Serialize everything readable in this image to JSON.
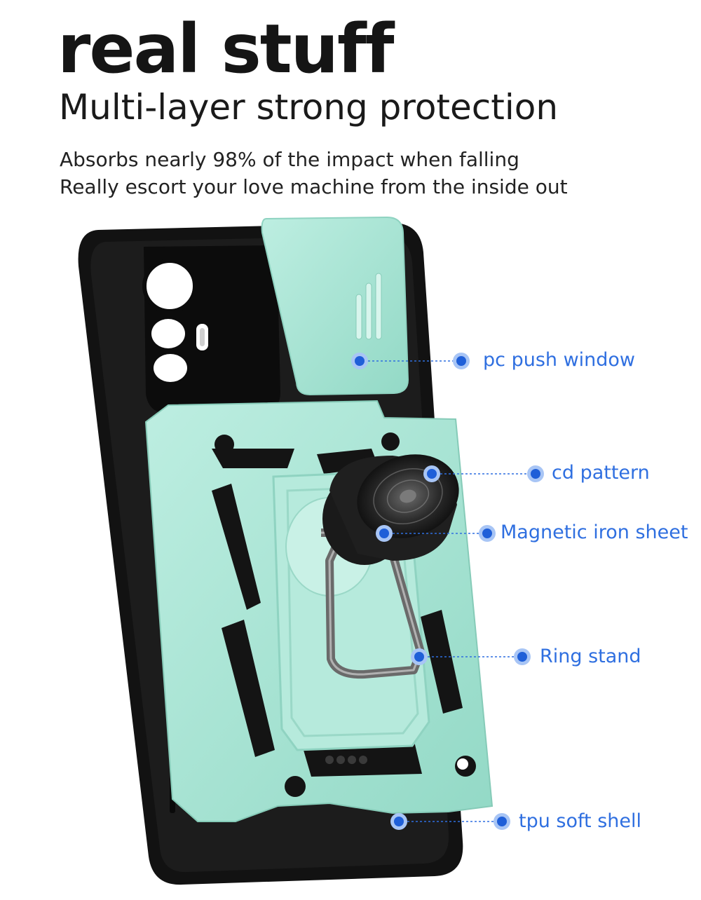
{
  "header": {
    "title": "real stuff",
    "subtitle": "Multi-layer strong protection",
    "description_lines": [
      "Absorbs nearly 98% of the impact when falling",
      "Really escort your love machine from the inside out"
    ]
  },
  "callouts": [
    {
      "label": "pc push window"
    },
    {
      "label": "cd pattern"
    },
    {
      "label": "Magnetic iron sheet"
    },
    {
      "label": "Ring stand"
    },
    {
      "label": "tpu soft shell"
    }
  ],
  "colors": {
    "accent_blue": "#2f6fe0",
    "case_mint": "#a9e5d6",
    "case_black": "#111111",
    "text_dark": "#151515"
  }
}
